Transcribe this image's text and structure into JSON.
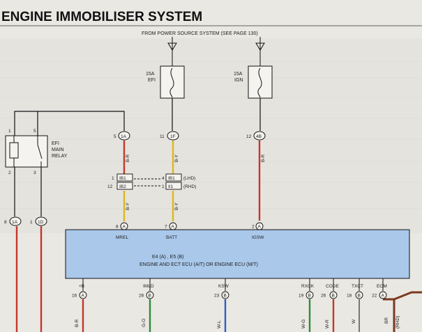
{
  "page_title": "ENGINE IMMOBILISER SYSTEM",
  "source_caption": "FROM POWER SOURCE SYSTEM (SEE PAGE 130)",
  "fuses": [
    {
      "rating": "15A",
      "name": "EFI"
    },
    {
      "rating": "15A",
      "name": "IGN"
    }
  ],
  "relay": {
    "line1": "EFI",
    "line2": "MAIN",
    "line3": "RELAY",
    "pins": [
      "1",
      "5",
      "2",
      "3"
    ]
  },
  "connectors": {
    "top_left": {
      "pin": "5",
      "id": "1A"
    },
    "top_mid": {
      "pin": "11",
      "id": "1F"
    },
    "top_right": {
      "pin": "12",
      "id": "4B"
    },
    "left_a": {
      "pin": "8",
      "id": "1A"
    },
    "left_b": {
      "pin": "1",
      "id": "1D"
    }
  },
  "junctions": [
    {
      "pin": "1",
      "id": "IB1"
    },
    {
      "pin": "12",
      "id": "IB2"
    },
    {
      "pin": "4",
      "id": "IB1",
      "note": "(LHD)"
    },
    {
      "pin": "1",
      "id": "II1",
      "note": "(RHD)"
    }
  ],
  "wire_colors": [
    "B-R",
    "B-Y",
    "B-Y",
    "B-Y",
    "B-R",
    "B-R",
    "G-O",
    "W-L",
    "W-G",
    "W-R",
    "W",
    "BR",
    "(RHD)"
  ],
  "ecu": {
    "title_line": "E4 (A) , E5 (B)",
    "name": "ENGINE AND ECT ECU (A/T) OR ENGINE ECU (M/T)",
    "top_terms": [
      {
        "pin": "8",
        "conn": "A",
        "label": "MREL"
      },
      {
        "pin": "7",
        "conn": "A",
        "label": "BATT"
      },
      {
        "pin": "2",
        "conn": "A",
        "label": "IGSW"
      }
    ],
    "bottom_terms": [
      {
        "label": "+B",
        "pin": "16",
        "conn": "A"
      },
      {
        "label": "IMLD",
        "pin": "26",
        "conn": "B"
      },
      {
        "label": "KSW",
        "pin": "23",
        "conn": "B"
      },
      {
        "label": "RXCK",
        "pin": "19",
        "conn": "B"
      },
      {
        "label": "CODE",
        "pin": "26",
        "conn": "B"
      },
      {
        "label": "TXCT",
        "pin": "18",
        "conn": "B"
      },
      {
        "label": "EOM",
        "pin": "22",
        "conn": "A"
      }
    ]
  },
  "colors": {
    "ecu_fill": "#a9c8ea",
    "paper": "#eae8e3",
    "ink": "#1a1a1a",
    "wire_red": "#c0392b",
    "wire_yellow": "#d9b81e",
    "wire_green": "#2f8a3c",
    "wire_blue": "#2b5fc0",
    "wire_brown": "#7a3a20"
  }
}
